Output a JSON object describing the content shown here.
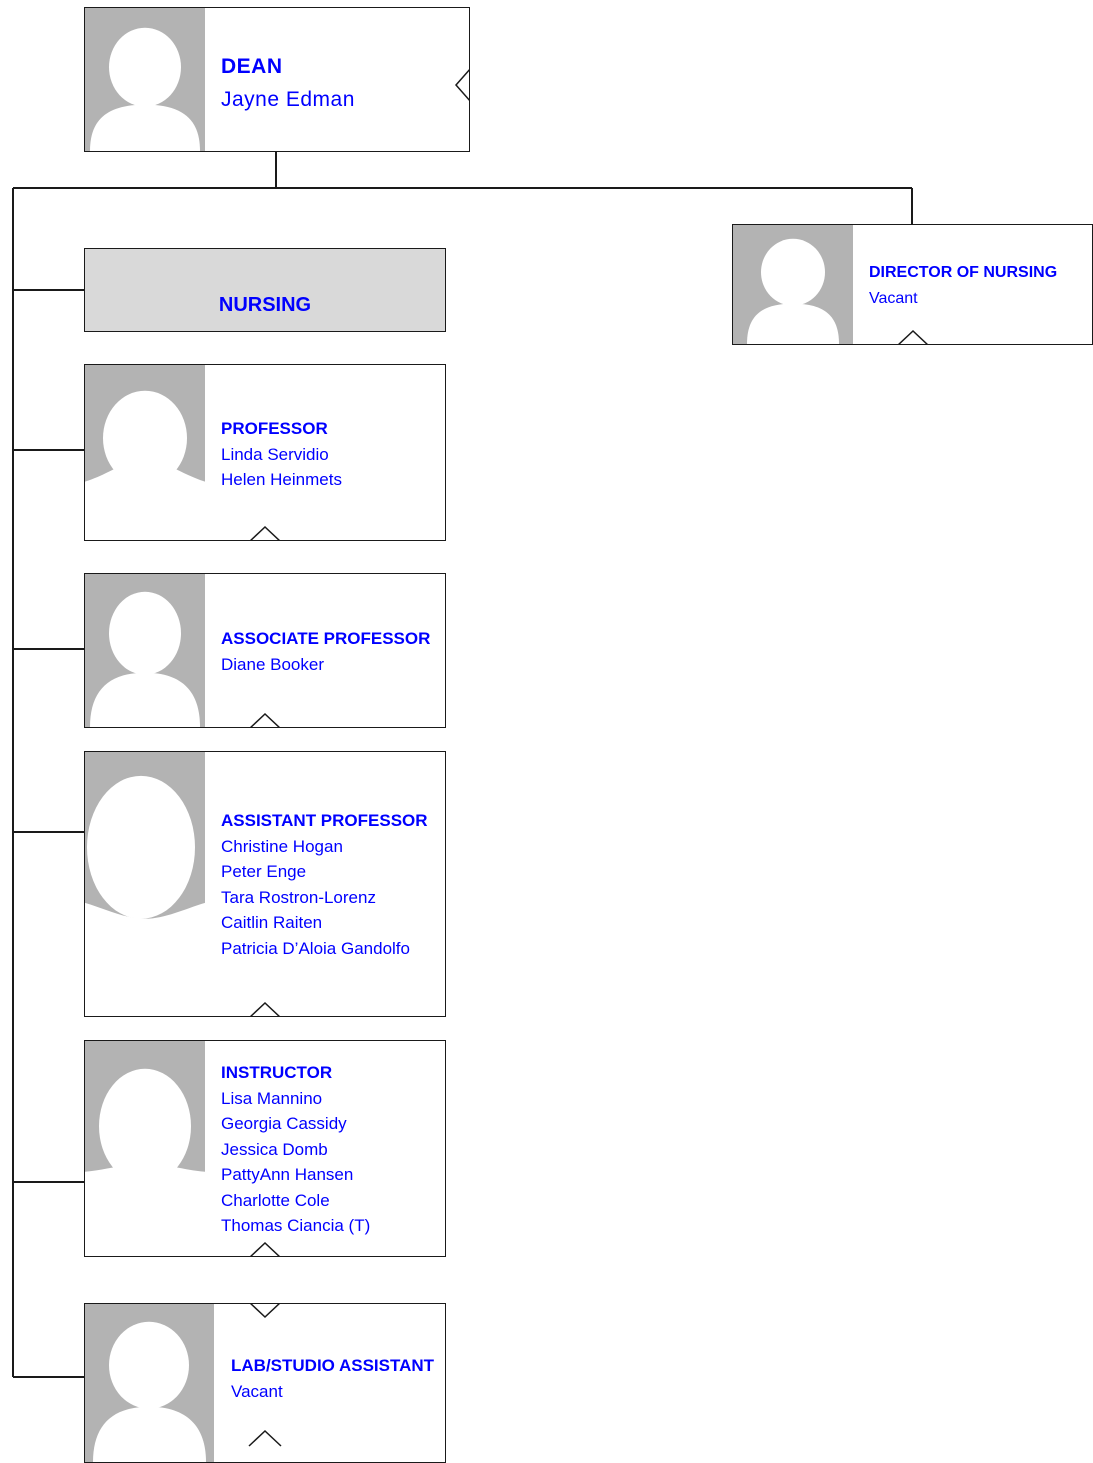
{
  "colors": {
    "text": "#0000ff",
    "border": "#1a1a1a",
    "photo_bg": "#b3b3b3",
    "banner_bg": "#d9d9d9"
  },
  "dean": {
    "title": "DEAN",
    "name": "Jayne Edman"
  },
  "director": {
    "title": "DIRECTOR OF NURSING",
    "name": "Vacant"
  },
  "department": {
    "label": "NURSING"
  },
  "professor": {
    "title": "PROFESSOR",
    "names": [
      "Linda Servidio",
      "Helen Heinmets"
    ]
  },
  "associate": {
    "title": "ASSOCIATE PROFESSOR",
    "names": [
      "Diane Booker"
    ]
  },
  "assistant": {
    "title": "ASSISTANT PROFESSOR",
    "names": [
      "Christine Hogan",
      "Peter Enge",
      "Tara Rostron-Lorenz",
      "Caitlin Raiten",
      "Patricia D’Aloia Gandolfo"
    ]
  },
  "instructor": {
    "title": "INSTRUCTOR",
    "names": [
      "Lisa Mannino",
      "Georgia Cassidy",
      "Jessica Domb",
      "PattyAnn Hansen",
      "Charlotte Cole",
      "Thomas Ciancia (T)"
    ]
  },
  "lab": {
    "title": "LAB/STUDIO ASSISTANT",
    "names": [
      "Vacant"
    ]
  }
}
